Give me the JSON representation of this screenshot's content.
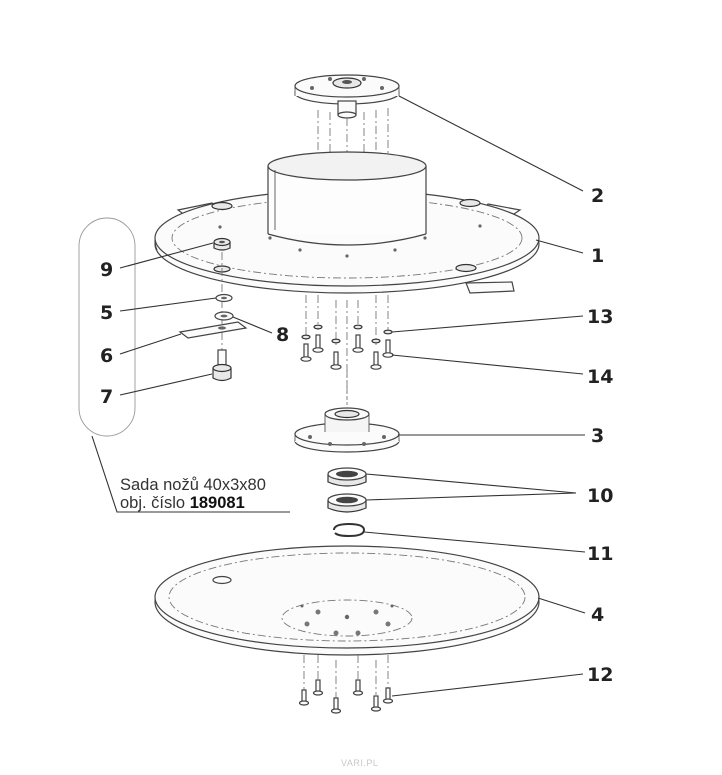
{
  "callouts": {
    "c1": "1",
    "c2": "2",
    "c3": "3",
    "c4": "4",
    "c5": "5",
    "c6": "6",
    "c7": "7",
    "c8": "8",
    "c9": "9",
    "c10": "10",
    "c11": "11",
    "c12": "12",
    "c13": "13",
    "c14": "14"
  },
  "knife_set": {
    "line1": "Sada nožů 40x3x80",
    "line2_prefix": "obj. číslo ",
    "part_number": "189081"
  },
  "watermark": "VARI.PL"
}
